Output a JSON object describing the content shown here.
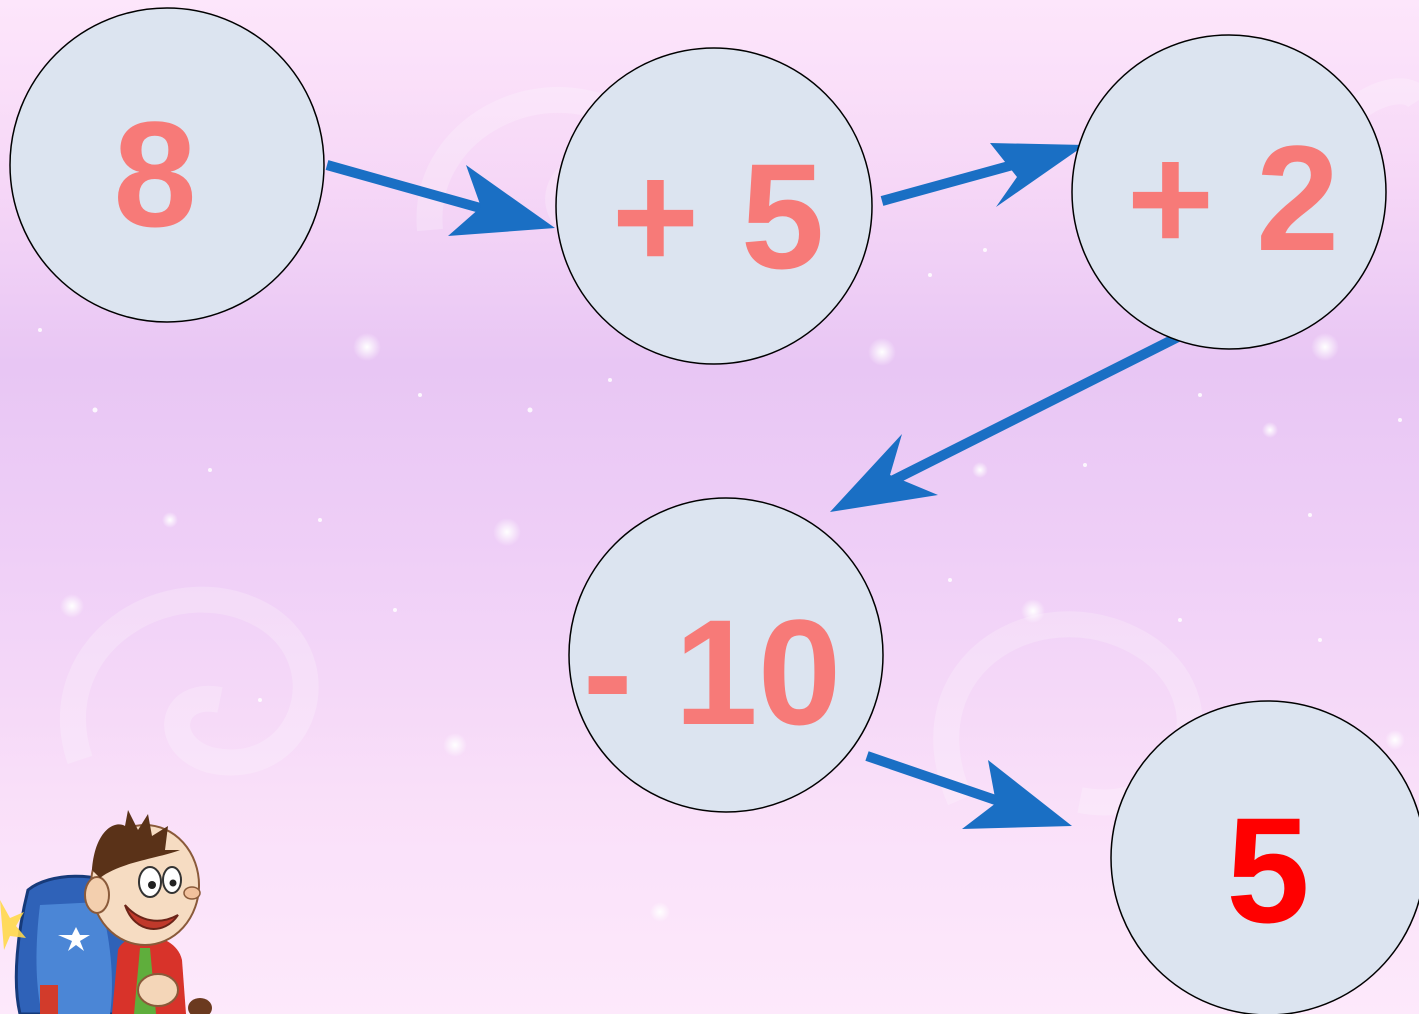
{
  "colors": {
    "circle_fill": "#dce4f0",
    "circle_stroke": "#000000",
    "arrow": "#1a6fc4",
    "operation_text": "#f77a78",
    "result_text": "#ff0000"
  },
  "chain": {
    "start": "8",
    "steps": [
      "+ 5",
      "+ 2",
      "- 10"
    ],
    "result": "5"
  },
  "decoration": {
    "character": "cartoon-boy-with-backpack",
    "background": "pink-sparkle-swirls"
  }
}
